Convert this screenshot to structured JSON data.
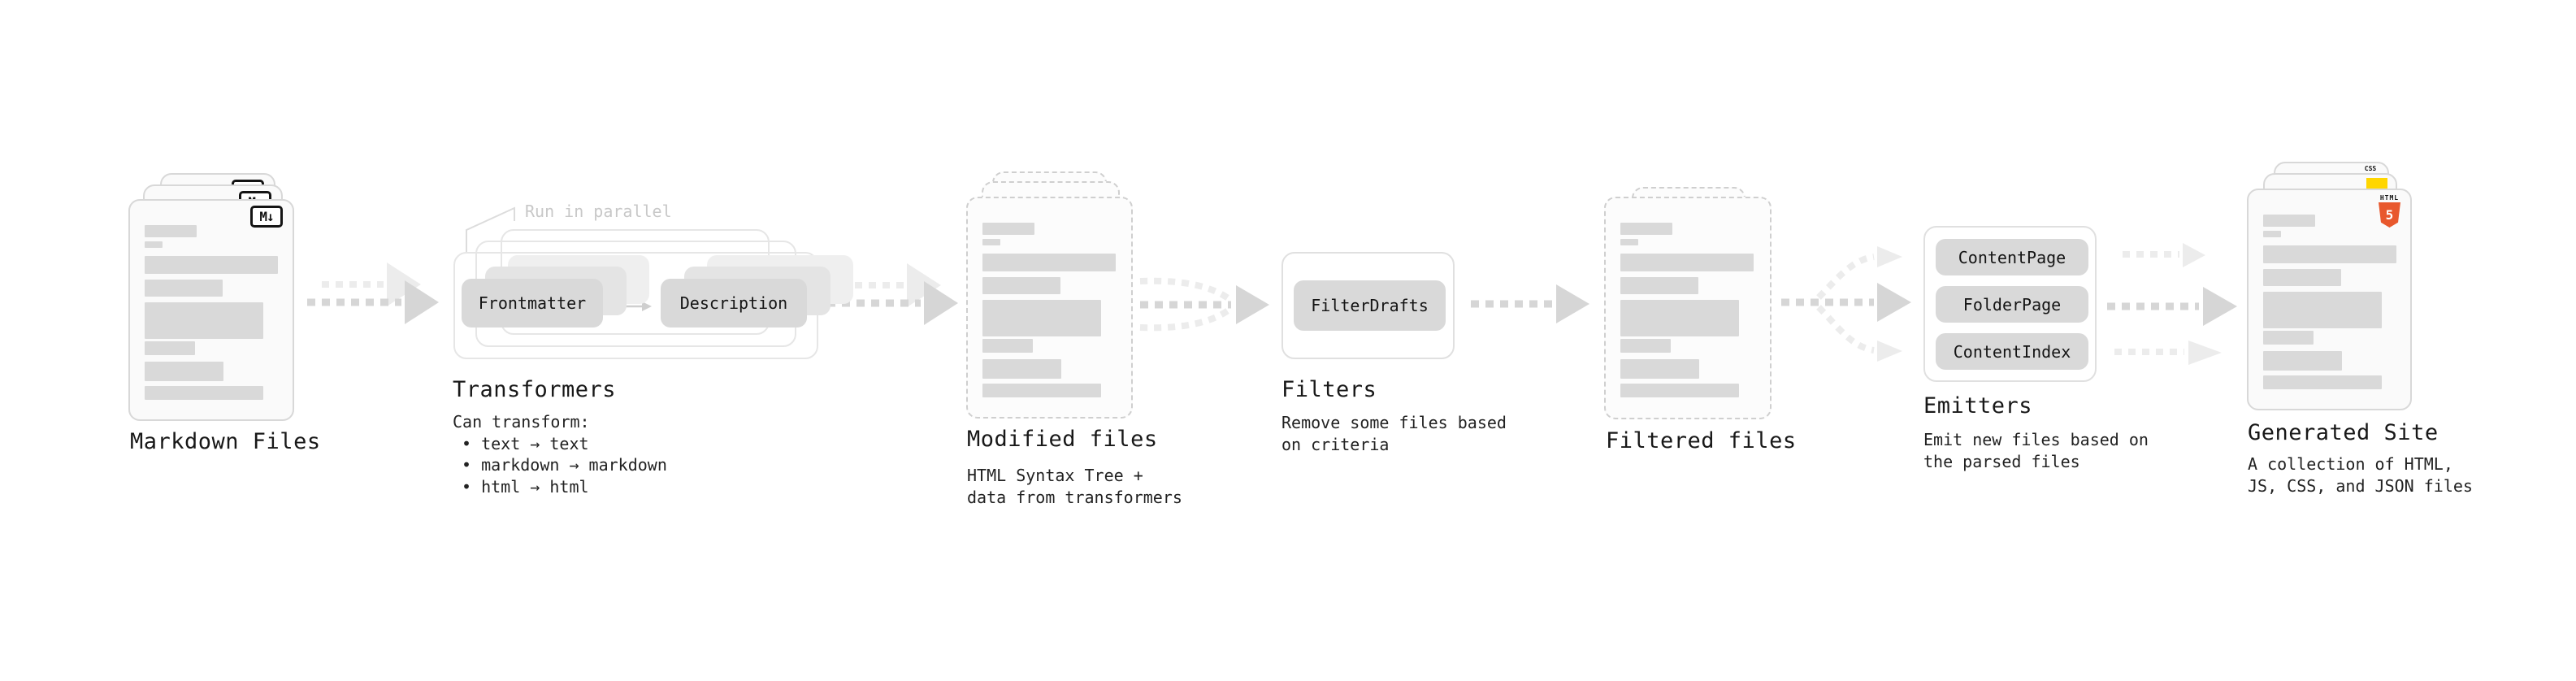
{
  "stages": {
    "markdown_files": {
      "title": "Markdown Files",
      "badge": "M↓"
    },
    "transformers": {
      "title": "Transformers",
      "note": "Run in parallel",
      "pills": [
        "Frontmatter",
        "Description"
      ],
      "lines": [
        "Can transform:",
        "• text → text",
        "• markdown → markdown",
        "• html → html"
      ]
    },
    "modified_files": {
      "title": "Modified files",
      "subtitle": [
        "HTML Syntax Tree +",
        "data from transformers"
      ]
    },
    "filters": {
      "title": "Filters",
      "pills": [
        "FilterDrafts"
      ],
      "subtitle": [
        "Remove some files based",
        "on criteria"
      ]
    },
    "filtered_files": {
      "title": "Filtered files"
    },
    "emitters": {
      "title": "Emitters",
      "pills": [
        "ContentPage",
        "FolderPage",
        "ContentIndex"
      ],
      "subtitle": [
        "Emit new files based on",
        "the parsed files"
      ]
    },
    "generated_site": {
      "title": "Generated Site",
      "subtitle": [
        "A collection of HTML,",
        "JS, CSS, and JSON files"
      ],
      "badges": {
        "html_label": "HTML",
        "html_number": "5",
        "css_label": "CSS"
      }
    }
  },
  "colors": {
    "arrow_dark": "#d6d6d6",
    "arrow_light": "#ececec",
    "bar_gray": "#d9d9d9",
    "html5_orange": "#e8582d",
    "js_yellow": "#ffd600",
    "css_blue": "#2760e6"
  }
}
